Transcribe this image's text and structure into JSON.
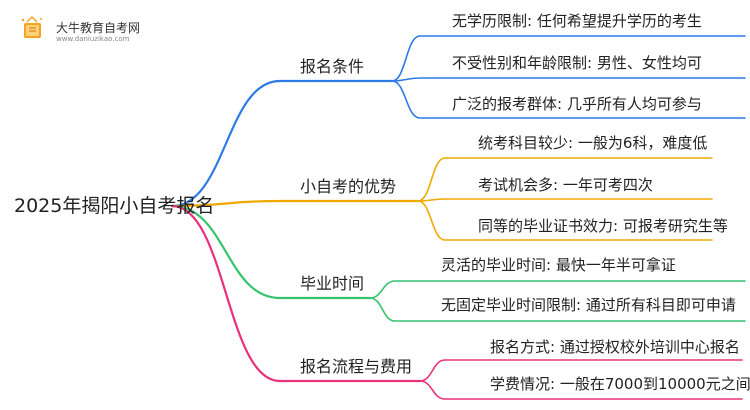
{
  "logo": {
    "title": "大牛教育自考网",
    "url": "www.daniuzikao.com"
  },
  "colors": {
    "blue": "#2c7be5",
    "orange": "#f0a800",
    "green": "#35c46d",
    "pink": "#e8317a"
  },
  "root": "2025年揭阳小自考报名",
  "branches": [
    {
      "label": "报名条件",
      "color": "#2c7be5",
      "leaves": [
        "无学历限制: 任何希望提升学历的考生",
        "不受性别和年龄限制: 男性、女性均可",
        "广泛的报考群体: 几乎所有人均可参与"
      ]
    },
    {
      "label": "小自考的优势",
      "color": "#f0a800",
      "leaves": [
        "统考科目较少: 一般为6科，难度低",
        "考试机会多: 一年可考四次",
        "同等的毕业证书效力: 可报考研究生等"
      ]
    },
    {
      "label": "毕业时间",
      "color": "#35c46d",
      "leaves": [
        "灵活的毕业时间: 最快一年半可拿证",
        "无固定毕业时间限制: 通过所有科目即可申请"
      ]
    },
    {
      "label": "报名流程与费用",
      "color": "#e8317a",
      "leaves": [
        "报名方式: 通过授权校外培训中心报名",
        "学费情况: 一般在7000到10000元之间"
      ]
    }
  ]
}
